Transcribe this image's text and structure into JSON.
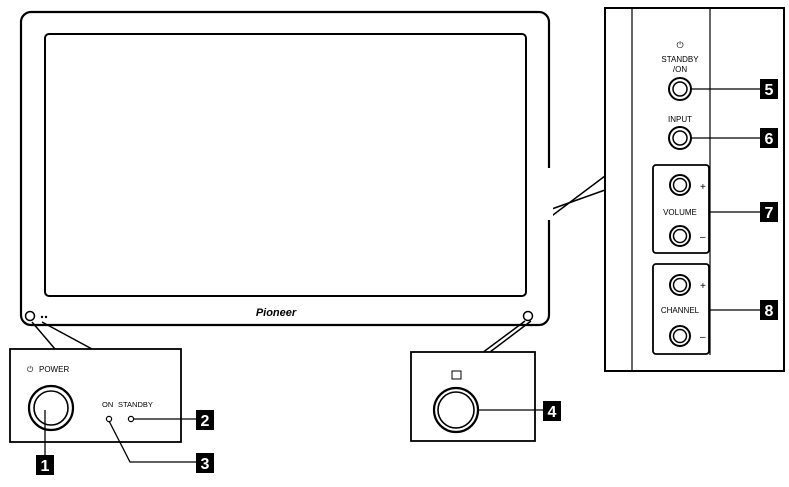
{
  "brand": "Pioneer",
  "power_panel": {
    "power_label": "POWER",
    "on_label": "ON",
    "standby_label": "STANDBY"
  },
  "side_panel": {
    "standby_on_label_line1": "STANDBY",
    "standby_on_label_line2": "/ON",
    "input_label": "INPUT",
    "volume_label": "VOLUME",
    "channel_label": "CHANNEL",
    "plus_sign": "+",
    "minus_sign": "–"
  },
  "callouts": [
    "1",
    "2",
    "3",
    "4",
    "5",
    "6",
    "7",
    "8"
  ],
  "colors": {
    "line": "#000000",
    "badge_bg": "#000000",
    "badge_text": "#ffffff",
    "background": "#ffffff"
  }
}
